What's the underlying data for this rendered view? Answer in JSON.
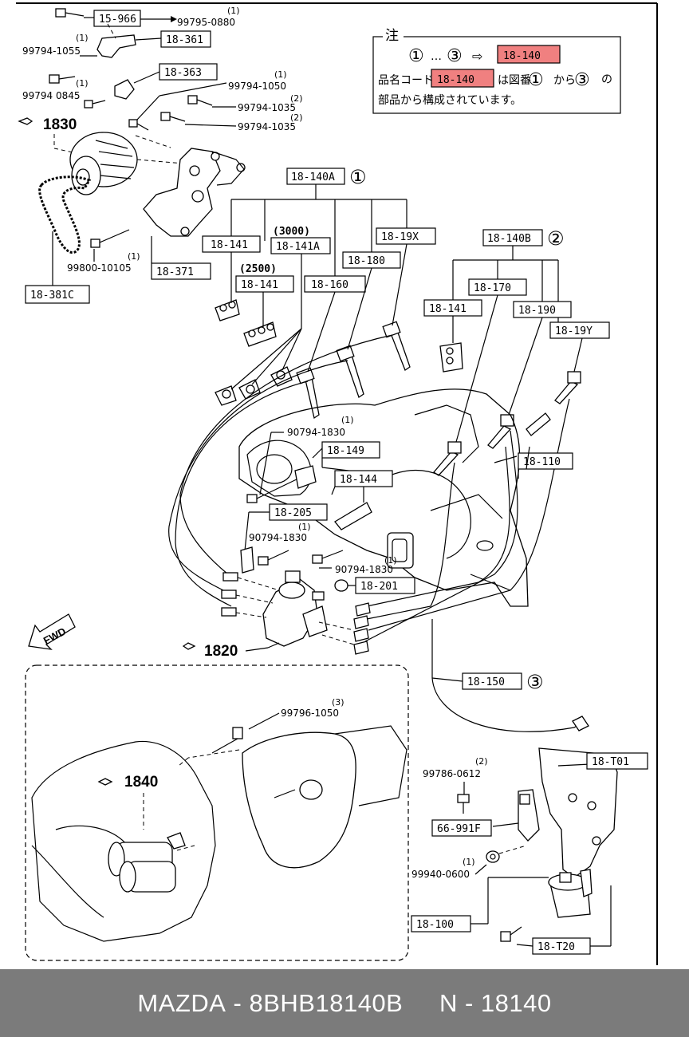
{
  "note": {
    "title": "注",
    "circle_1": "①",
    "circle_3": "③",
    "range_dots": "…",
    "arrow": "⇨",
    "code_highlight": "18-140",
    "line2_prefix": "品名コード",
    "line2_code": "18-140",
    "line2_mid": "は図番",
    "line2_from": "から",
    "line3": "部品から構成されています。"
  },
  "labels": {
    "l15966": "15-966",
    "l18361": "18-361",
    "l18363": "18-363",
    "l18371": "18-371",
    "l18381C": "18-381C",
    "l18140A": "18-140A",
    "l18140B": "18-140B",
    "l18141a": "18-141",
    "l18141A": "18-141A",
    "l18141b": "18-141",
    "l18141c": "18-141",
    "l18160": "18-160",
    "l18180": "18-180",
    "l1819X": "18-19X",
    "l18170": "18-170",
    "l18190": "18-190",
    "l1819Y": "18-19Y",
    "l18110": "18-110",
    "l18149": "18-149",
    "l18144": "18-144",
    "l18205": "18-205",
    "l18201": "18-201",
    "l18150": "18-150",
    "l18T01": "18-T01",
    "l66991F": "66-991F",
    "l18100": "18-100",
    "l18T20": "18-T20"
  },
  "part_numbers": {
    "p9979500880": "99795-0880",
    "p9979401055": "99794-1055",
    "p9979400845": "99794 0845",
    "p9979401050": "99794-1050",
    "p9979401035a": "99794-1035",
    "p9979401035b": "99794-1035",
    "p9980010105": "99800-10105",
    "p9079401830a": "90794-1830",
    "p9079401830b": "90794-1830",
    "p9079401830c": "90794-1830",
    "p9979601050": "99796-1050",
    "p9978600612": "99786-0612",
    "p9994000600": "99940-0600"
  },
  "quantities": {
    "q1": "(1)",
    "q2": "(1)",
    "q3": "(1)",
    "q4": "(1)",
    "q5": "(2)",
    "q6": "(2)",
    "q7": "(1)",
    "q8": "(1)",
    "q9": "(1)",
    "q10": "(1)",
    "q11": "(3)",
    "q12": "(2)",
    "q13": "(1)"
  },
  "variants": {
    "v3000": "(3000)",
    "v2500": "(2500)"
  },
  "circles": {
    "c1": "①",
    "c2": "②",
    "c3": "③"
  },
  "refs": {
    "r1830": "1830",
    "r1820": "1820",
    "r1840": "1840"
  },
  "fwd": "FWD",
  "footer": {
    "brand": "MAZDA",
    "sep": " - ",
    "part": "8BHB18140B",
    "gap": "     ",
    "code": "N - 18140"
  }
}
